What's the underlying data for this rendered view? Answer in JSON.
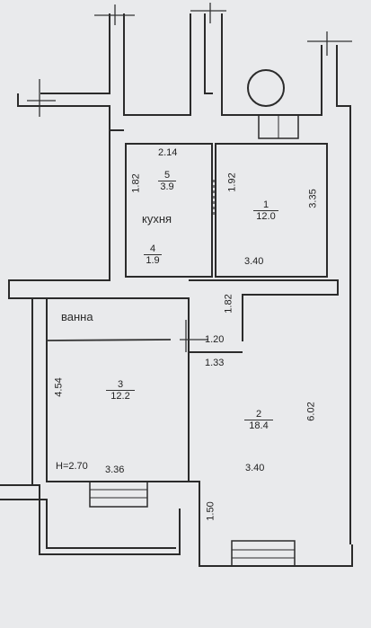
{
  "rooms": {
    "r5": {
      "number": "5",
      "area": "3.9"
    },
    "r1": {
      "number": "1",
      "area": "12.0"
    },
    "r4": {
      "number": "4",
      "area": "1.9"
    },
    "r3": {
      "number": "3",
      "area": "12.2"
    },
    "r2": {
      "number": "2",
      "area": "18.4"
    }
  },
  "labels": {
    "kitchen": "кухня",
    "bath": "ванна",
    "height": "H=2.70"
  },
  "dims": {
    "d214": "2.14",
    "d182a": "1.82",
    "d192": "1.92",
    "d335": "3.35",
    "d340a": "3.40",
    "d182b": "1.82",
    "d120": "1.20",
    "d133": "1.33",
    "d454": "4.54",
    "d602": "6.02",
    "d340b": "3.40",
    "d336": "3.36",
    "d150": "1.50"
  }
}
